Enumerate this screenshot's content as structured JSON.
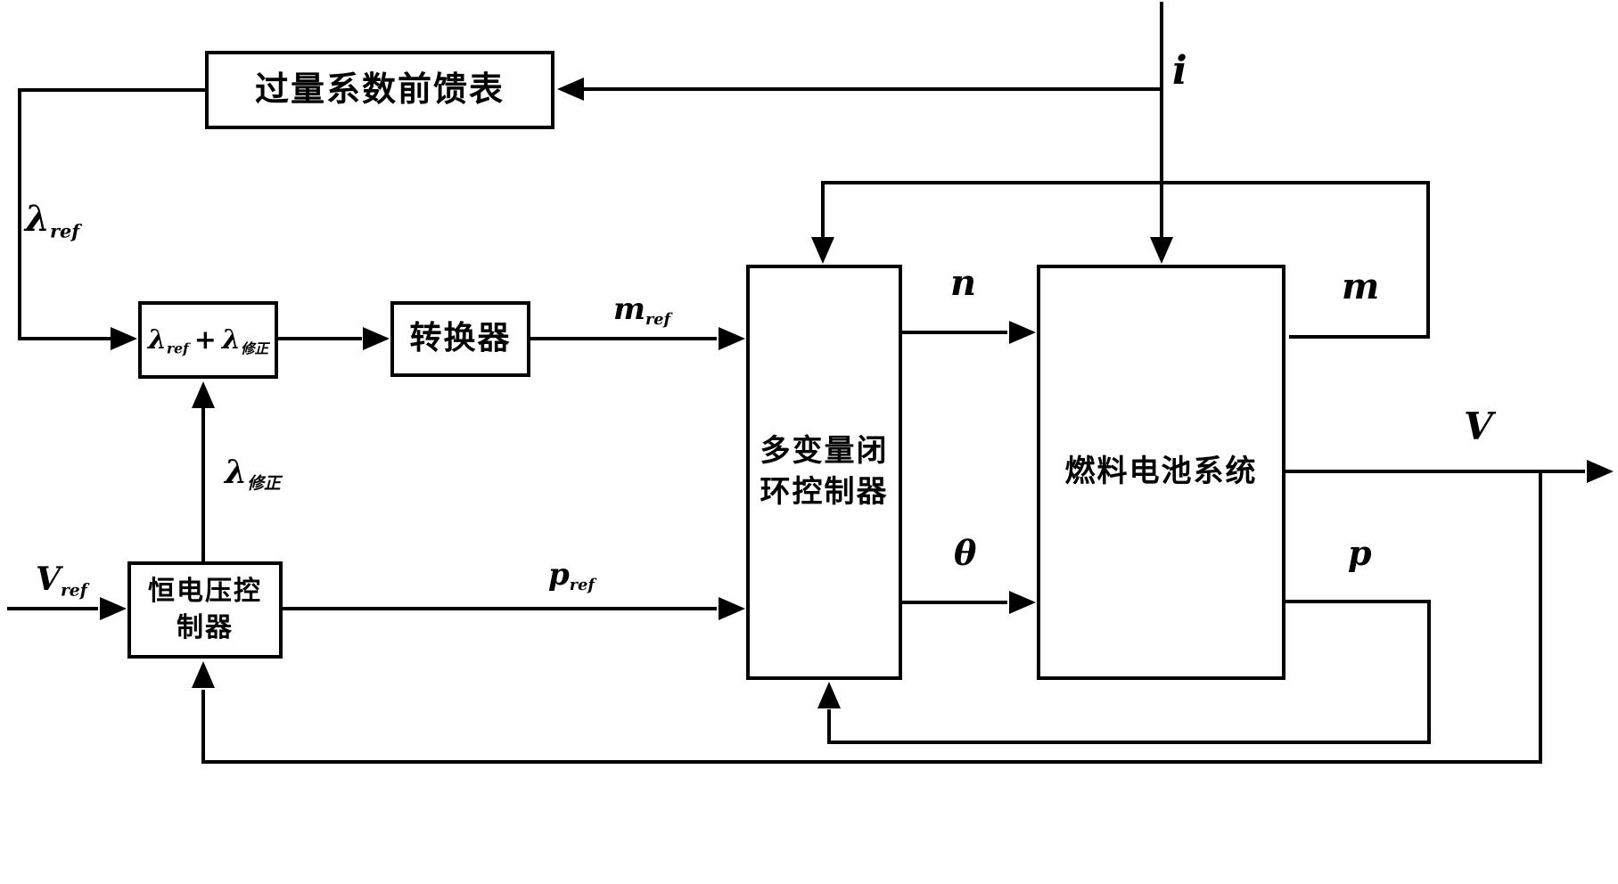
{
  "blocks": {
    "feedforward_table": {
      "label": "过量系数前馈表"
    },
    "lambda_sum": {
      "term1_main": "λ",
      "term1_sub": "ref",
      "operator": "+",
      "term2_main": "λ",
      "term2_sub": "修正"
    },
    "converter": {
      "label": "转换器"
    },
    "multivariable_controller": {
      "line1": "多变量闭",
      "line2": "环控制器"
    },
    "fuel_cell_system": {
      "label": "燃料电池系统"
    },
    "voltage_controller": {
      "line1": "恒电压控",
      "line2": "制器"
    }
  },
  "signals": {
    "current": {
      "label": "i"
    },
    "lambda_ref": {
      "main": "λ",
      "sub": "ref"
    },
    "lambda_correction": {
      "main": "λ",
      "sub": "修正"
    },
    "m_ref": {
      "main": "m",
      "sub": "ref"
    },
    "n": {
      "label": "n"
    },
    "theta": {
      "label": "θ"
    },
    "m": {
      "label": "m"
    },
    "V": {
      "label": "V"
    },
    "p": {
      "label": "p"
    },
    "p_ref": {
      "main": "p",
      "sub": "ref"
    },
    "v_ref": {
      "main": "V",
      "sub": "ref"
    }
  },
  "colors": {
    "line": "#000000",
    "background": "#ffffff"
  }
}
